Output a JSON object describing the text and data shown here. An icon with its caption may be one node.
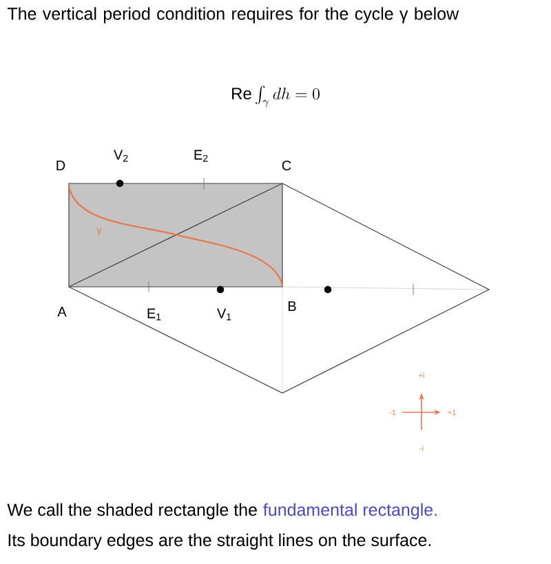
{
  "diagram": {
    "title": "The vertical period condition requires for the cycle γ below",
    "labels": [
      "\\mathrm{Re}\\int_\\gamma dh = 0",
      "D",
      "V$_{2}$",
      "E$_{2}$",
      "C",
      "γ",
      "A",
      "E$_{1}$",
      "V$_{1}$",
      "B",
      "+i",
      "-1",
      "+1",
      "-i",
      "We call the shaded rectangle the",
      "fundamental rectangle.",
      "Its boundary edges are the straight lines on the surface."
    ]
  }
}
